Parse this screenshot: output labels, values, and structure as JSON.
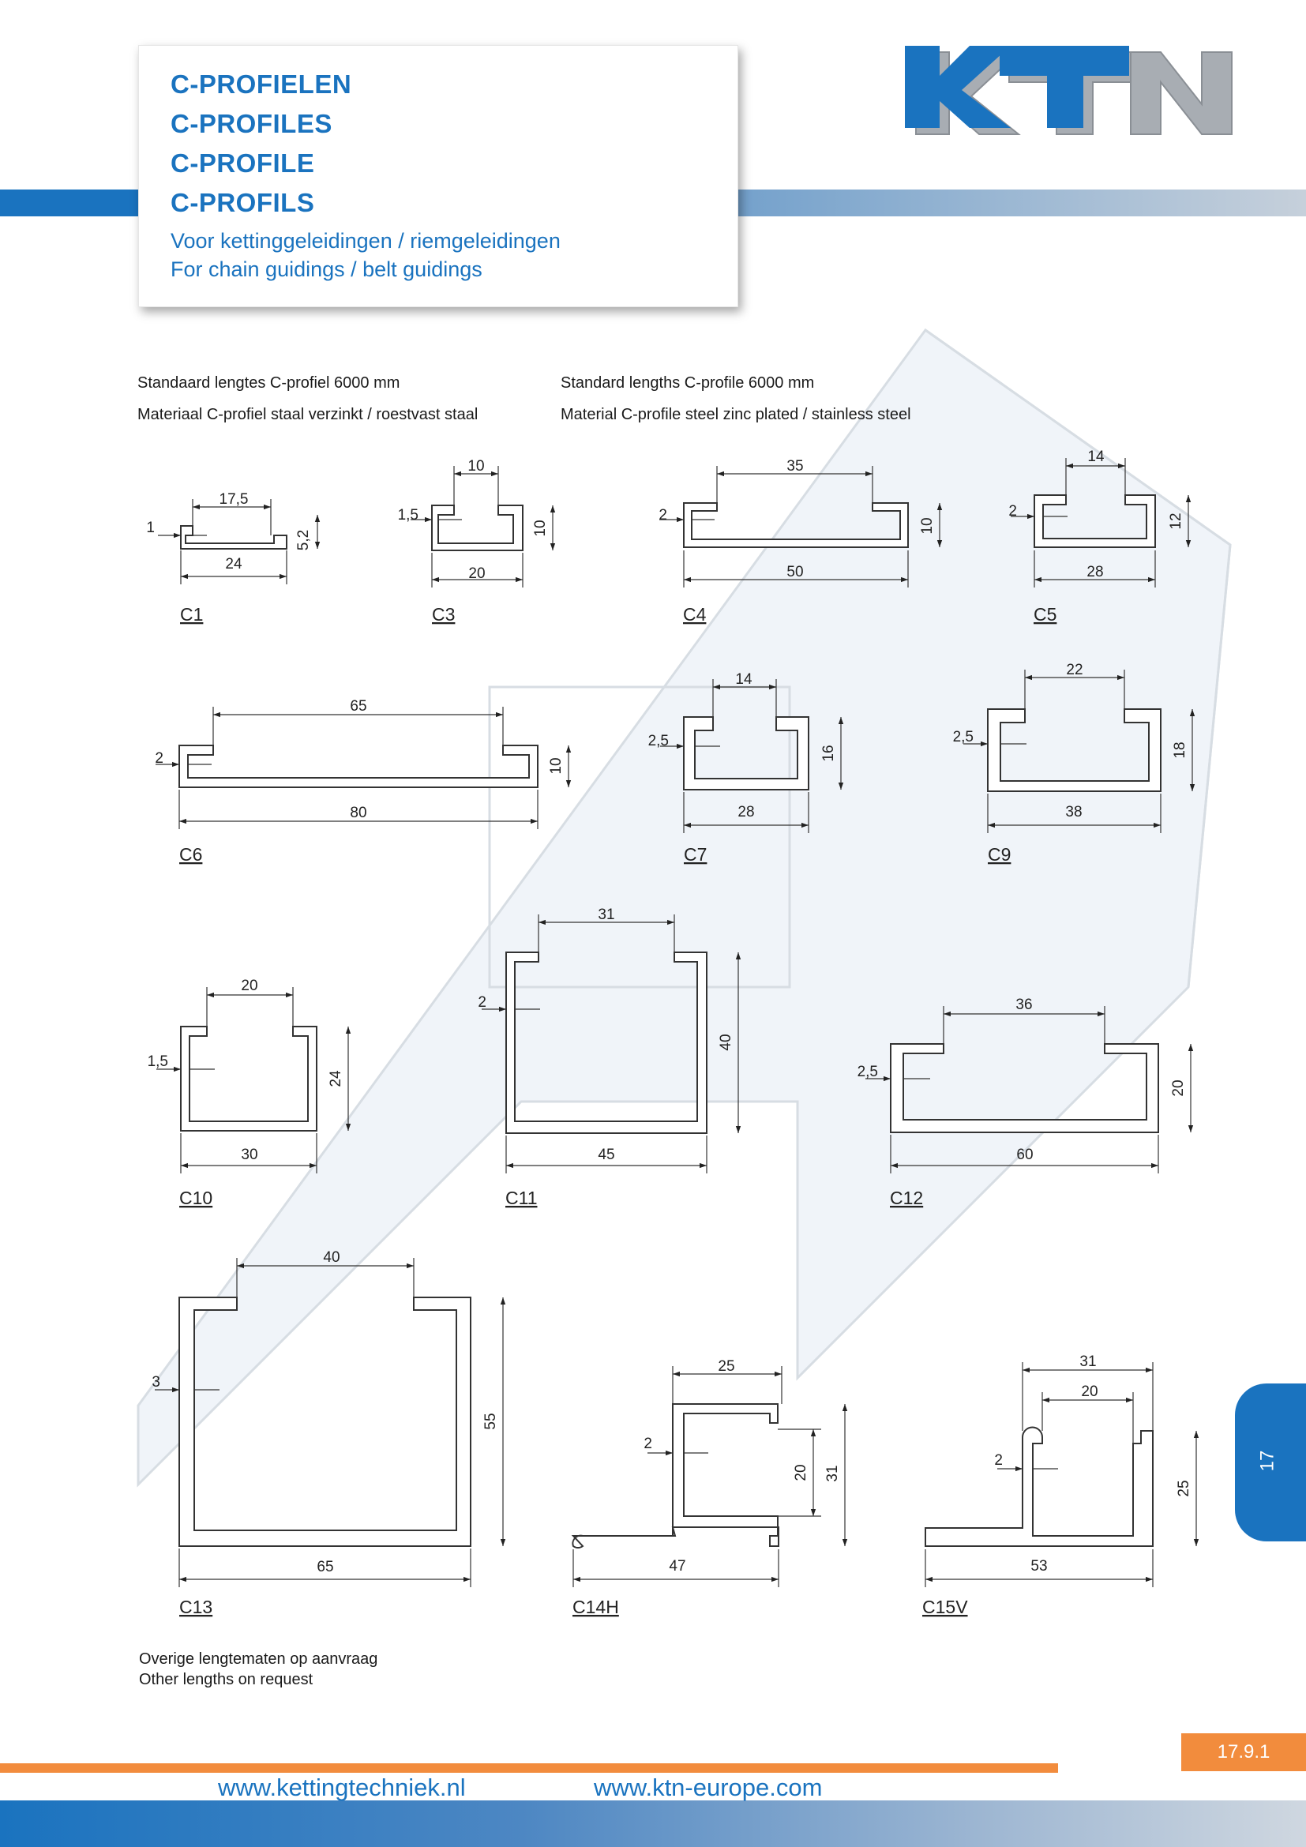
{
  "header": {
    "titles": [
      "C-PROFIELEN",
      "C-PROFILES",
      "C-PROFILE",
      "C-PROFILS"
    ],
    "subtitle_nl": "Voor kettinggeleidingen / riemgeleidingen",
    "subtitle_en": "For chain guidings / belt guidings"
  },
  "logo": {
    "text": "KTN",
    "colors": {
      "blue": "#1a73bf",
      "grey": "#a8adb3"
    }
  },
  "intro": {
    "lengths_nl": "Standaard lengtes C-profiel 6000 mm",
    "material_nl": "Materiaal C-profiel staal verzinkt / roestvast staal",
    "lengths_en": "Standard lengths C-profile 6000 mm",
    "material_en": "Material C-profile steel zinc plated / stainless steel"
  },
  "profiles": [
    {
      "name": "C1",
      "dims": {
        "width": "24",
        "height": "5,2",
        "opening": "17,5",
        "thickness": "1"
      }
    },
    {
      "name": "C3",
      "dims": {
        "width": "20",
        "height": "10",
        "opening": "10",
        "thickness": "1,5"
      }
    },
    {
      "name": "C4",
      "dims": {
        "width": "50",
        "height": "10",
        "opening": "35",
        "thickness": "2"
      }
    },
    {
      "name": "C5",
      "dims": {
        "width": "28",
        "height": "12",
        "opening": "14",
        "thickness": "2"
      }
    },
    {
      "name": "C6",
      "dims": {
        "width": "80",
        "height": "10",
        "opening": "65",
        "thickness": "2"
      }
    },
    {
      "name": "C7",
      "dims": {
        "width": "28",
        "height": "16",
        "opening": "14",
        "thickness": "2,5"
      }
    },
    {
      "name": "C9",
      "dims": {
        "width": "38",
        "height": "18",
        "opening": "22",
        "thickness": "2,5"
      }
    },
    {
      "name": "C10",
      "dims": {
        "width": "30",
        "height": "24",
        "opening": "20",
        "thickness": "1,5"
      }
    },
    {
      "name": "C11",
      "dims": {
        "width": "45",
        "height": "40",
        "opening": "31",
        "thickness": "2"
      }
    },
    {
      "name": "C12",
      "dims": {
        "width": "60",
        "height": "20",
        "opening": "36",
        "thickness": "2,5"
      }
    },
    {
      "name": "C13",
      "dims": {
        "width": "65",
        "height": "55",
        "opening": "40",
        "thickness": "3"
      }
    },
    {
      "name": "C14H",
      "dims": {
        "width": "47",
        "height": "31",
        "inner_height": "20",
        "top": "25",
        "thickness": "2"
      }
    },
    {
      "name": "C15V",
      "dims": {
        "width": "53",
        "height": "25",
        "top": "31",
        "opening": "20",
        "thickness": "2"
      }
    }
  ],
  "note": {
    "nl": "Overige lengtematen op aanvraag",
    "en": "Other lengths on request"
  },
  "side_tab": "17",
  "page_number": "17.9.1",
  "footer": {
    "url_nl": "www.kettingtechniek.nl",
    "url_eu": "www.ktn-europe.com"
  },
  "colors": {
    "blue": "#1a73bf",
    "orange": "#f28c3d"
  }
}
